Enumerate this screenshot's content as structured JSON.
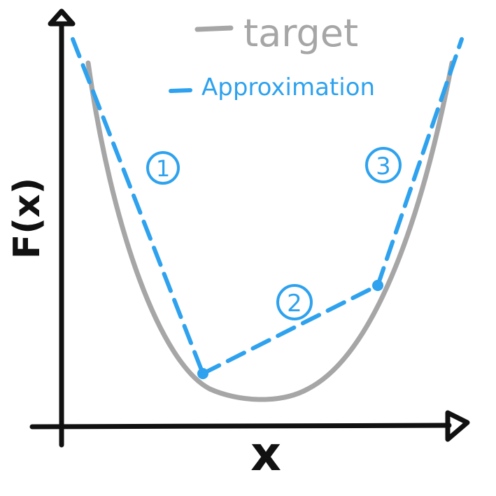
{
  "legend": {
    "target_label": "target",
    "approx_label": "Approximation"
  },
  "axes": {
    "ylabel": "F(x)",
    "xlabel": "x"
  },
  "segments": [
    {
      "label": "1"
    },
    {
      "label": "2"
    },
    {
      "label": "3"
    }
  ],
  "colors": {
    "axis": "#111111",
    "target": "#a6a6a6",
    "approximation": "#2ea2ee"
  }
}
